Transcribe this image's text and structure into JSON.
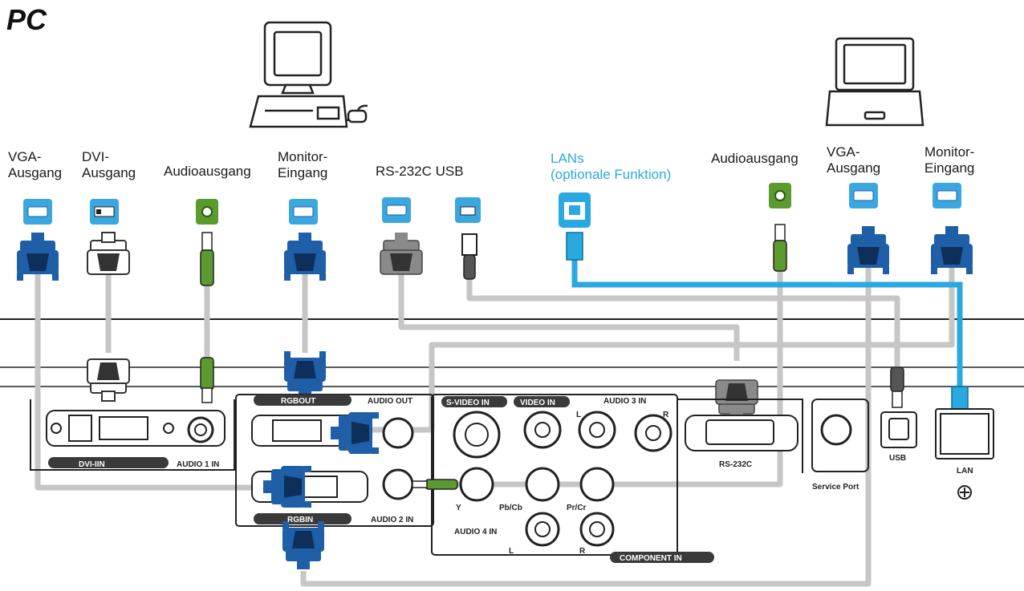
{
  "title": "PC",
  "labels": {
    "vga_out_left": "VGA-\nAusgang",
    "dvi_out": "DVI-\nAusgang",
    "audio_out_left": "Audioausgang",
    "monitor_in_left": "Monitor-\nEingang",
    "rs232_usb": "RS-232C USB",
    "lan": "LANs\n(optionale Funktion)",
    "audio_out_right": "Audioausgang",
    "vga_out_right": "VGA-\nAusgang",
    "monitor_in_right": "Monitor-\nEingang"
  },
  "panel": {
    "rgbout": "RGBOUT",
    "audio_out": "AUDIO OUT",
    "svideo_in": "S-VIDEO IN",
    "video_in": "VIDEO IN",
    "audio3_in": "AUDIO 3 IN",
    "l": "L",
    "r": "R",
    "dvi_in": "DVI-IIN",
    "audio1_in": "AUDIO 1 IN",
    "rgbin": "RGBIN",
    "audio2_in": "AUDIO 2 IN",
    "y": "Y",
    "pbcb": "Pb/Cb",
    "prcr": "Pr/Cr",
    "audio4_in": "AUDIO  4 IN",
    "component_in": "COMPONENT IN",
    "rs232c": "RS-232C",
    "service_port": "Service Port",
    "usb": "USB",
    "lan": "LAN"
  },
  "colors": {
    "cable": "#c6c6c6",
    "lan_cable": "#2aa9e0",
    "vga_blue": "#1f5fa8",
    "port_icon_bg": "#3aa7df",
    "audio_green": "#5a9a2e",
    "gray_connector": "#7a7a7a"
  },
  "icons": [
    "desktop-pc-icon",
    "laptop-icon",
    "vga-port-icon",
    "dvi-port-icon",
    "audio-port-icon",
    "serial-port-icon",
    "usb-port-icon",
    "lan-port-icon"
  ]
}
